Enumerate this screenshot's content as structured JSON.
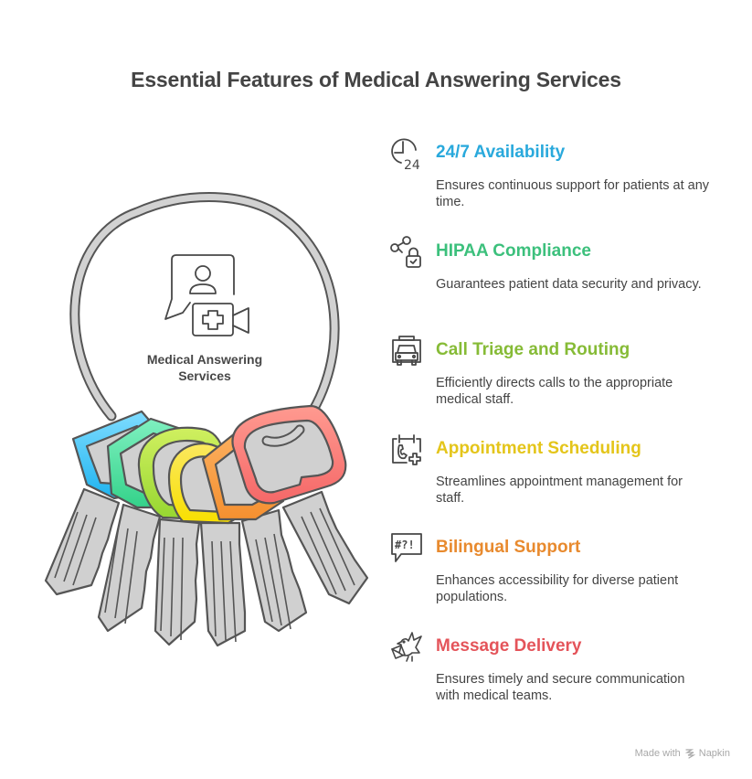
{
  "title": "Essential Features of Medical Answering Services",
  "center": {
    "label": "Medical Answering Services",
    "icon": "medical-video-chat-icon"
  },
  "features": [
    {
      "heading": "24/7 Availability",
      "description": "Ensures continuous support for patients at any time.",
      "icon": "clock-24-icon",
      "color": "#29a9dc"
    },
    {
      "heading": "HIPAA Compliance",
      "description": "Guarantees patient data security and privacy.",
      "icon": "share-lock-icon",
      "color": "#3cc07c"
    },
    {
      "heading": "Call Triage and Routing",
      "description": "Efficiently directs calls to the appropriate medical staff.",
      "icon": "ambulance-icon",
      "color": "#86bb36"
    },
    {
      "heading": "Appointment Scheduling",
      "description": "Streamlines appointment management for staff.",
      "icon": "calendar-phone-plus-icon",
      "color": "#e4c51a"
    },
    {
      "heading": "Bilingual Support",
      "description": "Enhances accessibility for diverse patient populations.",
      "icon": "speech-bubble-symbols-icon",
      "color": "#e88a2e"
    },
    {
      "heading": "Message Delivery",
      "description": "Ensures timely and secure communication with medical teams.",
      "icon": "bird-envelope-icon",
      "color": "#e4545a"
    }
  ],
  "key_tag_colors": [
    "#2fb8ef",
    "#3ed59a",
    "#a4d93c",
    "#f5d81c",
    "#f59a3a",
    "#f56b6b"
  ],
  "footer": {
    "made_with": "Made with",
    "brand": "Napkin"
  }
}
